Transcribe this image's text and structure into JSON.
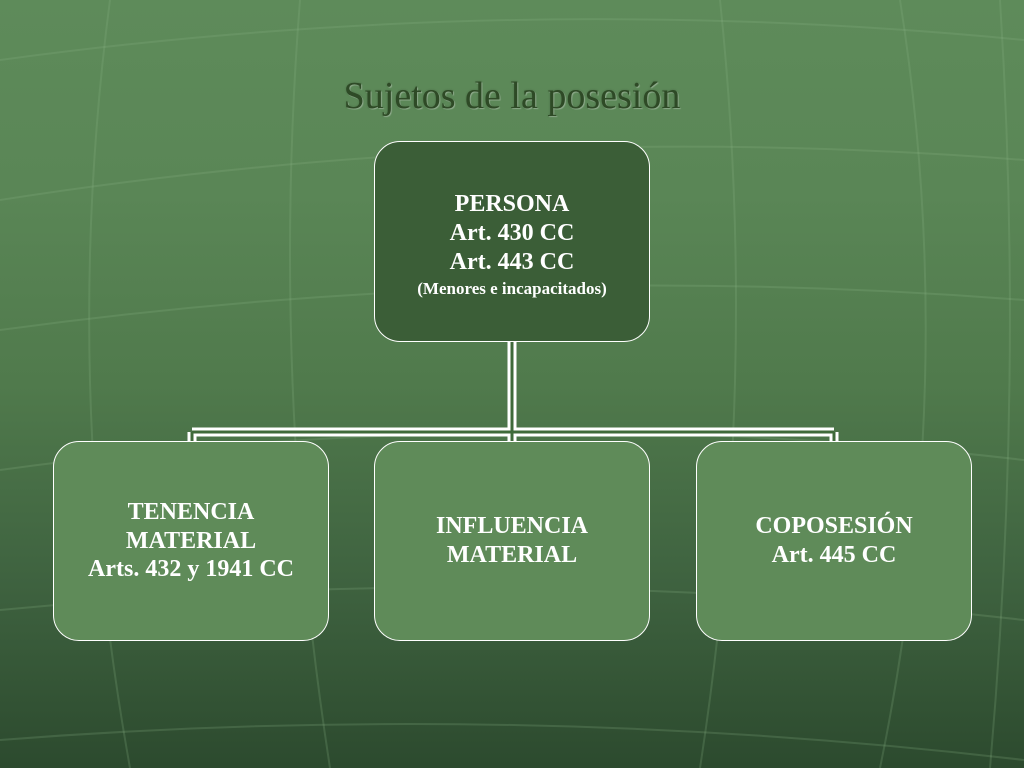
{
  "slide": {
    "title": "Sujetos de la posesión"
  },
  "diagram": {
    "root": {
      "lines": [
        "PERSONA",
        "Art. 430 CC",
        "Art. 443 CC"
      ],
      "note": "(Menores e incapacitados)"
    },
    "children": [
      {
        "lines": [
          "TENENCIA",
          "MATERIAL",
          "Arts. 432 y 1941 CC"
        ]
      },
      {
        "lines": [
          "INFLUENCIA",
          "MATERIAL"
        ]
      },
      {
        "lines": [
          "COPOSESIÓN",
          "Art. 445 CC"
        ]
      }
    ]
  },
  "colors": {
    "root_fill": "#3b5e37",
    "child_fill": "#5f8b59",
    "connector": "#ffffff",
    "title": "#2e4a26"
  }
}
